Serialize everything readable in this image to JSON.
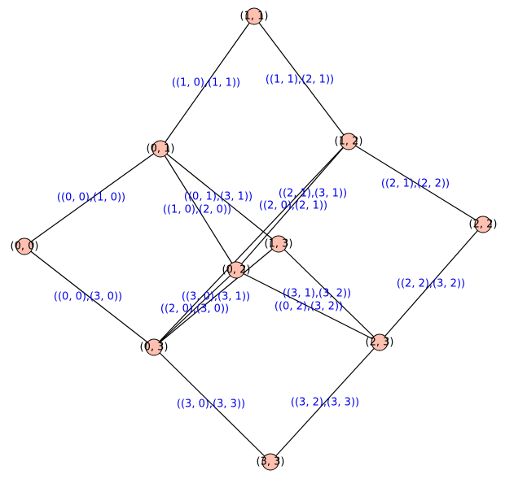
{
  "graph": {
    "node_color": "#ffc0b0",
    "edge_label_color": "#0000ee",
    "nodes": [
      {
        "id": "11",
        "label": "(1, 1)"
      },
      {
        "id": "12",
        "label": "(1, 2)"
      },
      {
        "id": "01",
        "label": "(0, 1)"
      },
      {
        "id": "22",
        "label": "(2, 2)"
      },
      {
        "id": "00",
        "label": "(0, 0)"
      },
      {
        "id": "13",
        "label": "(1, 3)"
      },
      {
        "id": "02",
        "label": "(0, 2)"
      },
      {
        "id": "23",
        "label": "(2, 3)"
      },
      {
        "id": "03",
        "label": "(0, 3)"
      },
      {
        "id": "33",
        "label": "(3, 3)"
      }
    ],
    "edges": [
      {
        "from": "01",
        "to": "11",
        "label": "((1, 0),(1, 1))"
      },
      {
        "from": "11",
        "to": "12",
        "label": "((1, 1),(2, 1))"
      },
      {
        "from": "00",
        "to": "01",
        "label": "((0, 0),(1, 0))"
      },
      {
        "from": "12",
        "to": "22",
        "label": "((2, 1),(2, 2))"
      },
      {
        "from": "01",
        "to": "13",
        "label": "((0, 1),(3, 1))"
      },
      {
        "from": "01",
        "to": "02",
        "label": "((1, 0),(2, 0))"
      },
      {
        "from": "12",
        "to": "02",
        "label": "((2, 0),(2, 1))"
      },
      {
        "from": "12",
        "to": "03",
        "label": "((2, 1),(3, 1))"
      },
      {
        "from": "00",
        "to": "03",
        "label": "((0, 0),(3, 0))"
      },
      {
        "from": "22",
        "to": "23",
        "label": "((2, 2),(3, 2))"
      },
      {
        "from": "13",
        "to": "03",
        "label": "((3, 0),(3, 1))"
      },
      {
        "from": "02",
        "to": "03",
        "label": "((2, 0),(3, 0))"
      },
      {
        "from": "13",
        "to": "23",
        "label": "((3, 1),(3, 2))"
      },
      {
        "from": "02",
        "to": "23",
        "label": "((0, 2),(3, 2))"
      },
      {
        "from": "03",
        "to": "33",
        "label": "((3, 0),(3, 3))"
      },
      {
        "from": "23",
        "to": "33",
        "label": "((3, 2),(3, 3))"
      }
    ]
  }
}
